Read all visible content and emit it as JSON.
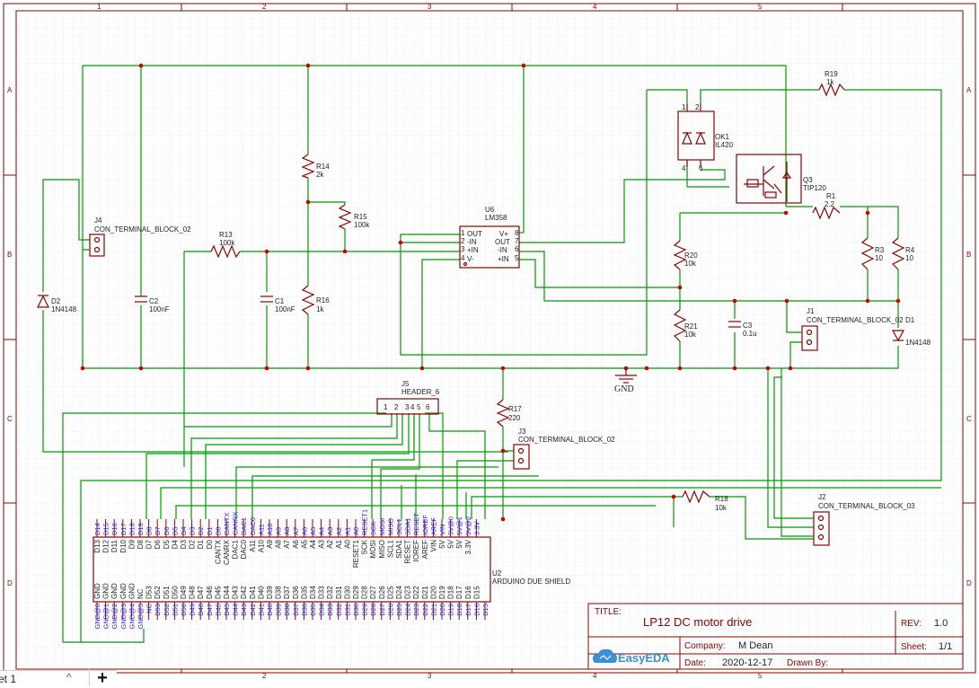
{
  "zones": {
    "cols": [
      "1",
      "2",
      "3",
      "4",
      "5"
    ],
    "rows": [
      "A",
      "B",
      "C",
      "D"
    ]
  },
  "components": {
    "j4": {
      "ref": "J4",
      "value": "CON_TERMINAL_BLOCK_02"
    },
    "d2": {
      "ref": "D2",
      "value": "1N4148"
    },
    "c2": {
      "ref": "C2",
      "value": "100nF"
    },
    "r13": {
      "ref": "R13",
      "value": "100k"
    },
    "c1": {
      "ref": "C1",
      "value": "100nF"
    },
    "r14": {
      "ref": "R14",
      "value": "2k"
    },
    "r15": {
      "ref": "R15",
      "value": "100k"
    },
    "r16": {
      "ref": "R16",
      "value": "1k"
    },
    "u6": {
      "ref": "U6",
      "value": "LM358",
      "pins_left": [
        "OUT",
        "-IN",
        "+IN",
        "V-"
      ],
      "pins_right": [
        "V+",
        "OUT",
        "-IN",
        "+IN"
      ],
      "nums_left": [
        "1",
        "2",
        "3",
        "4"
      ],
      "nums_right": [
        "8",
        "7",
        "6",
        "5"
      ]
    },
    "ok1": {
      "ref": "OK1",
      "value": "IL420",
      "pin1": "1",
      "pin2": "2",
      "pin4": "4",
      "pin6": "6"
    },
    "q3": {
      "ref": "Q3",
      "value": "TIP120"
    },
    "r19": {
      "ref": "R19",
      "value": "1k"
    },
    "r1": {
      "ref": "R1",
      "value": "2.2"
    },
    "r20": {
      "ref": "R20",
      "value": "10k"
    },
    "r21": {
      "ref": "R21",
      "value": "10k"
    },
    "r3": {
      "ref": "R3",
      "value": "10"
    },
    "r4": {
      "ref": "R4",
      "value": "10"
    },
    "c3": {
      "ref": "C3",
      "value": "0.1u"
    },
    "j1": {
      "ref": "J1",
      "value": "CON_TERMINAL_BLOCK_02"
    },
    "d1": {
      "ref": "D1",
      "value": "1N4148"
    },
    "gnd": {
      "label": "GND"
    },
    "j5": {
      "ref": "J5",
      "value": "HEADER_6",
      "pins": [
        "1",
        "2",
        "3",
        "4",
        "5",
        "6"
      ]
    },
    "r17": {
      "ref": "R17",
      "value": "220"
    },
    "j3": {
      "ref": "J3",
      "value": "CON_TERMINAL_BLOCK_02"
    },
    "r18": {
      "ref": "R18",
      "value": "10k"
    },
    "j2": {
      "ref": "J2",
      "value": "CON_TERMINAL_BLOCK_03"
    },
    "u2": {
      "ref": "U2",
      "value": "ARDUINO DUE SHIELD",
      "top_pins_outer": [
        "D14",
        "D15",
        "D16",
        "D17",
        "D18",
        "D19",
        "D8",
        "D7",
        "D6",
        "D5",
        "D4",
        "D3",
        "D2",
        "D1",
        "D0",
        "CANTX",
        "CANRX",
        "DAC1",
        "DAC0",
        "A11",
        "A10",
        "A9",
        "A8",
        "A7",
        "A6",
        "A5",
        "A4",
        "A3",
        "A2",
        "A1",
        "A0",
        "RESET1",
        "SCK",
        "MOSI",
        "MISO",
        "SCL1",
        "SDA1",
        "RESET",
        "IOREF",
        "AREF",
        "VIN",
        "5V@0",
        "5V@1",
        "5V@2",
        "3.3V"
      ],
      "top_pins_inner": [
        "D13",
        "D12",
        "D11",
        "D10",
        "D9",
        "D8",
        "D7",
        "D6",
        "D5",
        "D4",
        "D3",
        "D2",
        "D1",
        "D0",
        "CANTX",
        "CANRX",
        "DAC1",
        "DAC0",
        "A11",
        "A10",
        "A9",
        "A8",
        "A7",
        "A6",
        "A5",
        "A4",
        "A3",
        "A2",
        "A1",
        "A0",
        "RESET1",
        "SCK",
        "MOSI",
        "MISO",
        "SCL1",
        "SDA1",
        "RESET",
        "IOREF",
        "AREF",
        "VIN",
        "5V",
        "5V",
        "5V",
        "3.3V"
      ],
      "bottom_pins_inner": [
        "GND",
        "GND",
        "GND",
        "GND",
        "GND",
        "NC",
        "D53",
        "D52",
        "D51",
        "D50",
        "D49",
        "D48",
        "D47",
        "D46",
        "D45",
        "D44",
        "D43",
        "D42",
        "D41",
        "D40",
        "D39",
        "D38",
        "D37",
        "D36",
        "D35",
        "D34",
        "D33",
        "D32",
        "D31",
        "D30",
        "D29",
        "D28",
        "D27",
        "D26",
        "D25",
        "D24",
        "D23",
        "D22",
        "D21",
        "D20",
        "D19",
        "D18",
        "D17",
        "D16",
        "D15"
      ],
      "bottom_pins_outer": [
        "GND@0",
        "GND@1",
        "GND@2",
        "GND@3",
        "GND@4",
        "GND@5",
        "NC",
        "D53",
        "D52",
        "D51",
        "D50",
        "D49",
        "D48",
        "D47",
        "D46",
        "D45",
        "D44",
        "D43",
        "D42",
        "D41",
        "D40",
        "D39",
        "D38",
        "D37",
        "D36",
        "D35",
        "D34",
        "D33",
        "D32",
        "D31",
        "D30",
        "D29",
        "D28",
        "D27",
        "D26",
        "D25",
        "D24",
        "D23",
        "D22",
        "D21",
        "D20",
        "D19",
        "D18",
        "D17",
        "D16",
        "D15"
      ]
    }
  },
  "title_block": {
    "title_label": "TITLE:",
    "title": "LP12 DC motor drive",
    "rev_label": "REV:",
    "rev": "1.0",
    "company_label": "Company:",
    "company": "M Dean",
    "sheet_label": "Sheet:",
    "sheet": "1/1",
    "date_label": "Date:",
    "date": "2020-12-17",
    "drawn_label": "Drawn By:",
    "logo_text": "EasyEDA"
  },
  "sheet_tabs": {
    "tab_label": "et  1",
    "caret": "^",
    "add": "+"
  },
  "colors": {
    "wire": "#009900",
    "component": "#8b0000",
    "pin_text": "#1a1aff",
    "junction": "#cc0000",
    "grid": "#e8e8e8",
    "frame": "#8b0000"
  }
}
